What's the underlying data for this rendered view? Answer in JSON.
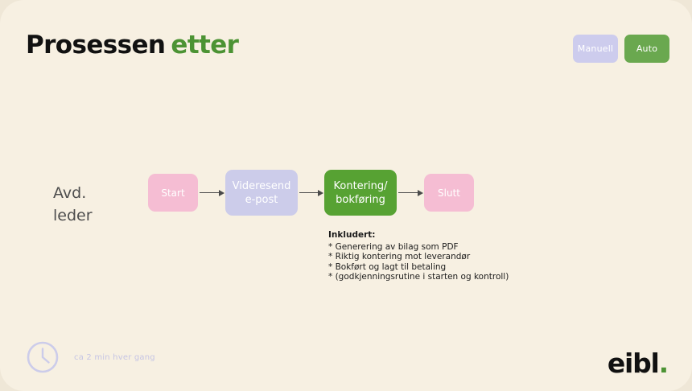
{
  "slide": {
    "background_color": "#f7f0e2",
    "outer_color": "#efe7d7",
    "title": {
      "text_primary": "Prosessen",
      "text_accent": "etter",
      "accent_color": "#4c9334"
    }
  },
  "mode_toggle": {
    "buttons": [
      {
        "label": "Manuell",
        "state": "inactive",
        "color": "#cdcced"
      },
      {
        "label": "Auto",
        "state": "active",
        "color": "#6aa84f"
      }
    ]
  },
  "lane": {
    "label": "Avd.\nleder"
  },
  "flow": {
    "nodes": [
      {
        "id": "start",
        "label": "Start",
        "color": "#f5bdd3"
      },
      {
        "id": "forward",
        "label": "Videresend\ne-post",
        "color": "#ccccea"
      },
      {
        "id": "posting",
        "label": "Kontering/\nbokføring",
        "color": "#57a233"
      },
      {
        "id": "end",
        "label": "Slutt",
        "color": "#f5bdd3"
      }
    ],
    "arrows": [
      {
        "from": "start",
        "to": "forward"
      },
      {
        "from": "forward",
        "to": "posting"
      },
      {
        "from": "posting",
        "to": "end"
      }
    ]
  },
  "included": {
    "heading": "Inkludert:",
    "items": [
      "* Generering av bilag som PDF",
      "* Riktig kontering mot leverandør",
      "* Bokført og lagt til betaling",
      "* (godkjenningsrutine i starten og kontroll)"
    ]
  },
  "footer": {
    "time_icon": "clock-icon",
    "time_text": "ca 2 min hver gang",
    "time_color": "#c6c5e4"
  },
  "logo": {
    "text": "eibl",
    "dot": ".",
    "dot_color": "#4c9334"
  }
}
